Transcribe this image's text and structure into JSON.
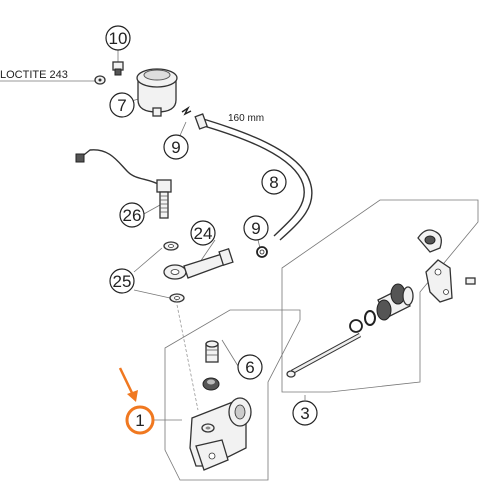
{
  "callouts": {
    "c10": "10",
    "c7": "7",
    "c9a": "9",
    "c8": "8",
    "c26": "26",
    "c24": "24",
    "c9b": "9",
    "c25": "25",
    "c6": "6",
    "c3": "3",
    "c1": "1"
  },
  "annotations": {
    "loctite": "LOCTITE 243",
    "hose_length": "160 mm"
  },
  "colors": {
    "highlight": "#f07820",
    "line": "#333333"
  }
}
